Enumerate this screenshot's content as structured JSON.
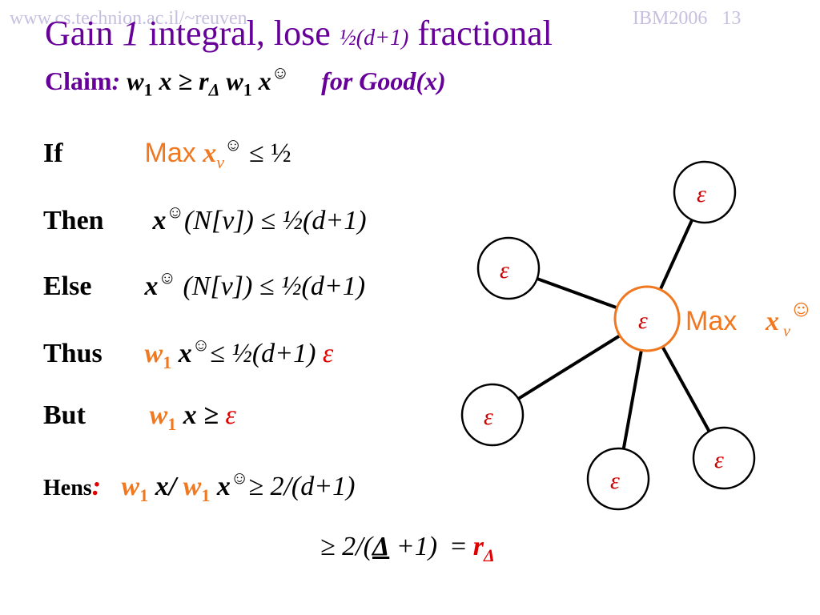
{
  "header": {
    "url": "www.cs.technion.ac.il/~reuven",
    "conf": "IBM2006",
    "page": "13"
  },
  "title": {
    "part1": "Gain",
    "part2": "1",
    "part3": "integral, lose",
    "part4": "½(d+1)",
    "part5": "fractional"
  },
  "claim": {
    "label": "Claim",
    "colon": ":",
    "w": "w",
    "sub1": "1",
    "x": "x ≥",
    "r": "r",
    "rsub": "Δ",
    "w2": "w",
    "sub2": "1",
    "x2": "x",
    "smiley": "☺",
    "cond": "for Good(x)"
  },
  "rows": {
    "if": {
      "kw": "If",
      "max": "Max",
      "x": "x",
      "v": "v",
      "smiley": "☺",
      "rel": "≤ ½"
    },
    "then": {
      "kw": "Then",
      "x": "x",
      "smiley": "☺",
      "expr": "(N[v]) ≤ ½(d+1)"
    },
    "else": {
      "kw": "Else",
      "x": "x",
      "smiley": "☺",
      "expr": "(N[v]) ≤ ½(d+1)"
    },
    "thus": {
      "kw": "Thus",
      "w": "w",
      "sub": "1",
      "x": "x",
      "smiley": "☺",
      "expr": "≤ ½(d+1)",
      "eps": "ε"
    },
    "but": {
      "kw": "But",
      "w": "w",
      "sub": "1",
      "x": "x ≥",
      "eps": "ε"
    },
    "hens": {
      "kw": "Hens",
      "colon": ":",
      "w": "w",
      "sub": "1",
      "x": "x/",
      "w2": "w",
      "sub2": "1",
      "x2": "x",
      "smiley": "☺",
      "expr": "≥ 2/(d+1)"
    },
    "final": {
      "pre": "≥ 2/(",
      "delta": "Δ",
      "mid": "+1)",
      "eq": "=",
      "r": "r",
      "rsub": "Δ"
    }
  },
  "graph": {
    "epsilon": "ε",
    "center_label_max": "Max",
    "center_label_x": "x",
    "center_label_v": "v",
    "center_label_smiley": "☺",
    "colors": {
      "edge": "#000000",
      "node": "#000000",
      "center": "#f07820",
      "epsilon": "#cc0000"
    }
  }
}
